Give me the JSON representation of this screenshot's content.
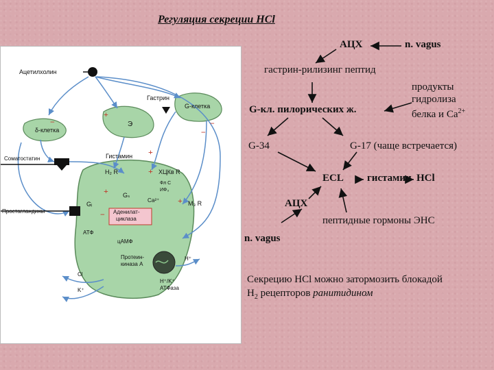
{
  "title": "Регуляция секреции HCl",
  "right_diagram": {
    "ach_top": "АЦХ",
    "n_vagus_top": "n. vagus",
    "grp": "гастрин-рилизинг пептид",
    "products_1": "продукты",
    "products_2": "гидролиза",
    "products_3": "белка и Са",
    "products_sup": "2+",
    "g_cells": "G-кл. пилорических ж.",
    "g34": "G-34",
    "g17": "G-17 (чаще встречается)",
    "ecl": "ECL",
    "histamine": "гистамин",
    "hcl": "HCl",
    "ach_bottom": "АЦХ",
    "peptide_hormones": "пептидные гормоны ЭНС",
    "n_vagus_bottom": "n. vagus"
  },
  "note": {
    "line1": "Секрецию HCl можно затормозить блокадой",
    "line2_prefix": "Н",
    "line2_sub": "2",
    "line2_mid": " рецепторов ",
    "line2_italic": "ранитидином"
  },
  "left_figure": {
    "acetylcholine": "Ацетилхолин",
    "gastrin": "Гастрин",
    "g_cell": "G-клетка",
    "delta_cell": "δ-клетка",
    "e_label": "Э",
    "somatostatin": "Соматостатин",
    "histamine": "Гистамин",
    "h2r": "H₂ R",
    "cck_r": "ХЦКв R",
    "pl_c": "Фл С",
    "ip3": "ИФ₃",
    "gs": "Gₛ",
    "gi": "Gᵢ",
    "ca": "Са²⁺",
    "m3r": "M₃ R",
    "prostaglandins": "Простагландины",
    "adenylate_1": "Аденилат-",
    "adenylate_2": "циклаза",
    "atp": "АТФ",
    "camp": "цАМФ",
    "pk_1": "Протеин-",
    "pk_2": "киназа А",
    "h_plus": "H⁺",
    "k_plus": "K⁺",
    "cl": "Cl",
    "hk_atpase_1": "H⁺/K⁺",
    "hk_atpase_2": "АТФаза",
    "plus": "+",
    "minus": "−"
  },
  "colors": {
    "background": "#d9a9ae",
    "cell_fill": "#a8d5a8",
    "cell_stroke": "#5a8a5a",
    "arrow_blue": "#5b8ec9",
    "sign_red": "#c0392b"
  }
}
